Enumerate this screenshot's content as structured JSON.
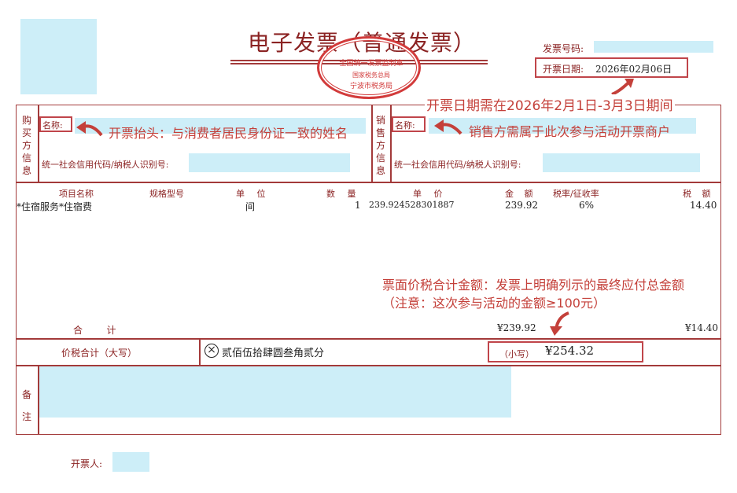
{
  "header": {
    "title": "电子发票（普通发票）",
    "invoice_number_label": "发票号码:",
    "issue_date_label": "开票日期:",
    "issue_date": "2026年02月06日",
    "seal": {
      "top": "全国统一发票监制章",
      "middle": "国家税务总局",
      "bottom": "宁波市税务局"
    }
  },
  "buyer": {
    "section_label": "购买方信息",
    "name_label": "名称:",
    "tax_id_label": "统一社会信用代码/纳税人识别号:"
  },
  "seller": {
    "section_label": "销售方信息",
    "name_label": "名称:",
    "tax_id_label": "统一社会信用代码/纳税人识别号:"
  },
  "items": {
    "headers": [
      "项目名称",
      "规格型号",
      "单 位",
      "数 量",
      "单 价",
      "金 额",
      "税率/征收率",
      "税 额"
    ],
    "rows": [
      {
        "name": "*住宿服务*住宿费",
        "spec": "",
        "unit": "间",
        "qty": "1",
        "price": "239.924528301887",
        "amount": "239.92",
        "rate": "6%",
        "tax": "14.40"
      }
    ],
    "total_label": "合        计",
    "total_amount": "¥239.92",
    "total_tax": "¥14.40"
  },
  "grand_total": {
    "label": "价税合计（大写）",
    "uppercase_icon": "circle-x-icon",
    "uppercase": "贰佰伍拾肆圆叁角贰分",
    "lowercase_label": "（小写）",
    "lowercase": "¥254.32"
  },
  "remarks": {
    "label": "备注"
  },
  "issuer": {
    "label": "开票人:"
  },
  "annotations": {
    "date_note": "开票日期需在2026年2月1日-3月3日期间",
    "buyer_note": "开票抬头：与消费者居民身份证一致的姓名",
    "seller_note": "销售方需属于此次参与活动开票商户",
    "amount_note_1": "票面价税合计金额：发票上明确列示的最终应付总金额",
    "amount_note_2": "（注意：这次参与活动的金额≥100元）"
  },
  "colors": {
    "invoice_red": "#8b2323",
    "annotation_red": "#c4403a",
    "redaction_blue": "#cdeef8"
  }
}
